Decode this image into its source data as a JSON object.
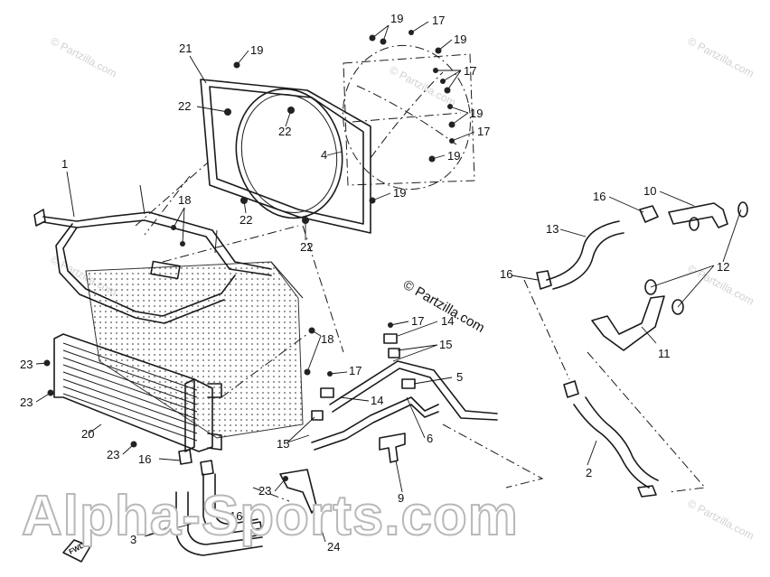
{
  "callouts": [
    {
      "label": "1"
    },
    {
      "label": "2"
    },
    {
      "label": "3"
    },
    {
      "label": "4"
    },
    {
      "label": "5"
    },
    {
      "label": "6"
    },
    {
      "label": "9"
    },
    {
      "label": "10"
    },
    {
      "label": "11"
    },
    {
      "label": "12"
    },
    {
      "label": "13"
    },
    {
      "label": "14"
    },
    {
      "label": "14"
    },
    {
      "label": "15"
    },
    {
      "label": "15"
    },
    {
      "label": "16"
    },
    {
      "label": "16"
    },
    {
      "label": "16"
    },
    {
      "label": "16"
    },
    {
      "label": "17"
    },
    {
      "label": "17"
    },
    {
      "label": "17"
    },
    {
      "label": "17"
    },
    {
      "label": "17"
    },
    {
      "label": "18"
    },
    {
      "label": "18"
    },
    {
      "label": "19"
    },
    {
      "label": "19"
    },
    {
      "label": "19"
    },
    {
      "label": "19"
    },
    {
      "label": "19"
    },
    {
      "label": "19"
    },
    {
      "label": "20"
    },
    {
      "label": "21"
    },
    {
      "label": "22"
    },
    {
      "label": "22"
    },
    {
      "label": "22"
    },
    {
      "label": "22"
    },
    {
      "label": "23"
    },
    {
      "label": "23"
    },
    {
      "label": "23"
    },
    {
      "label": "23"
    },
    {
      "label": "24"
    }
  ],
  "watermarks": {
    "main": "Alpha-Sports.com",
    "center": "© Partzilla.com",
    "corner": "© Partzilla.com"
  },
  "fwd_label": "FWD"
}
